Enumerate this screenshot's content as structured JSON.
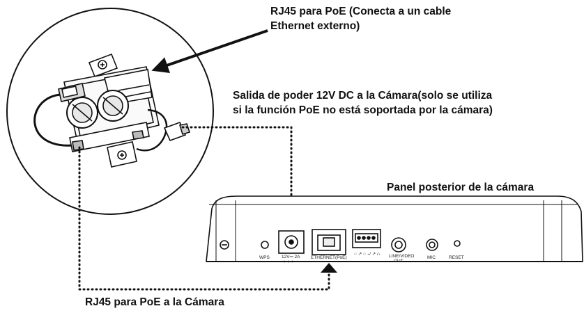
{
  "callouts": {
    "rj45_external": {
      "line1": "RJ45 para PoE (Conecta a un cable",
      "line2": "Ethernet externo)"
    },
    "power_output": {
      "line1": "Salida de poder 12V DC a la Cámara(solo se utiliza",
      "line2": "si la función PoE no está soportada por la cámara)"
    },
    "rear_panel": "Panel posterior de la cámara",
    "rj45_camera": "RJ45 para PoE a la Cámara"
  },
  "panel_ports": {
    "wps": "WPS",
    "power": "12V⎓ 2A",
    "ethernet": "ETHERNET(PoE)",
    "io": "○ ↗ ○ ₊/ ↗ /₊",
    "line_video_1": "LINE/VIDEO",
    "line_video_2": "OUT",
    "mic": "MIC",
    "reset": "RESET"
  },
  "colors": {
    "line": "#111111",
    "background": "#ffffff"
  }
}
